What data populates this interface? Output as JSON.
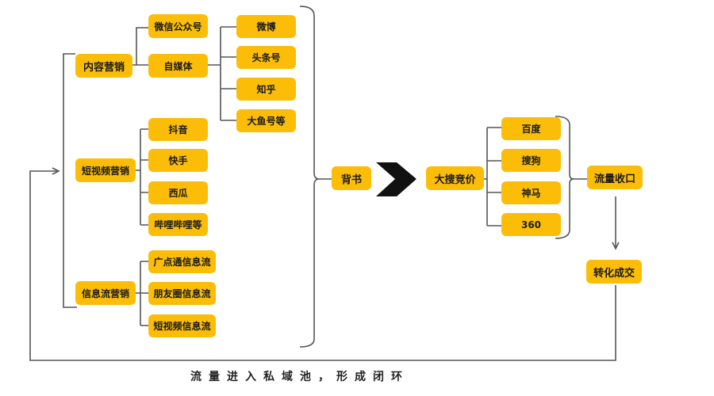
{
  "diagram": {
    "theme": {
      "node_fill": "#fbbd08",
      "line_color": "#555555",
      "text_color": "#1a1a1a"
    },
    "categories": [
      {
        "label": "内容营销",
        "children": [
          {
            "label": "微信公众号"
          },
          {
            "label": "自媒体",
            "children": [
              {
                "label": "微博"
              },
              {
                "label": "头条号"
              },
              {
                "label": "知乎"
              },
              {
                "label": "大鱼号等"
              }
            ]
          }
        ]
      },
      {
        "label": "短视频营销",
        "children": [
          {
            "label": "抖音"
          },
          {
            "label": "快手"
          },
          {
            "label": "西瓜"
          },
          {
            "label": "哔哩哔哩等"
          }
        ]
      },
      {
        "label": "信息流营销",
        "children": [
          {
            "label": "广点通信息流"
          },
          {
            "label": "朋友圈信息流"
          },
          {
            "label": "短视频信息流"
          }
        ]
      }
    ],
    "endorse": {
      "label": "背书"
    },
    "arrow_icon": "chevron-right-icon",
    "search": {
      "label": "大搜竞价",
      "children": [
        {
          "label": "百度"
        },
        {
          "label": "搜狗"
        },
        {
          "label": "神马"
        },
        {
          "label": "360"
        }
      ]
    },
    "traffic": {
      "label": "流量收口"
    },
    "conversion": {
      "label": "转化成交"
    },
    "loop_caption": "流量进入私域池，形成闭环"
  }
}
